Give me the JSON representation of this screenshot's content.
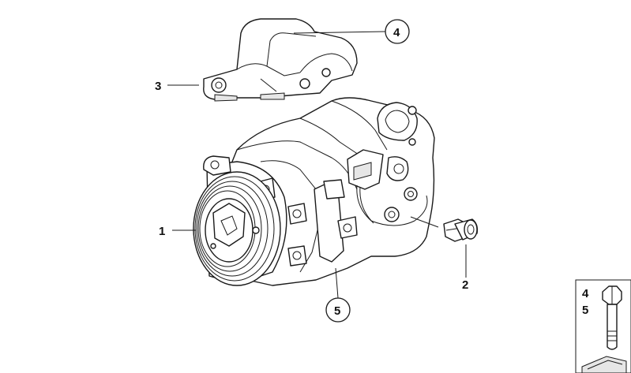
{
  "callouts": [
    {
      "id": "c1",
      "text": "1",
      "circled": false
    },
    {
      "id": "c2",
      "text": "2",
      "circled": false
    },
    {
      "id": "c3",
      "text": "3",
      "circled": false
    },
    {
      "id": "c4",
      "text": "4",
      "circled": true
    },
    {
      "id": "c5",
      "text": "5",
      "circled": true
    }
  ],
  "legend_box": {
    "numbers": [
      "4",
      "5"
    ]
  }
}
